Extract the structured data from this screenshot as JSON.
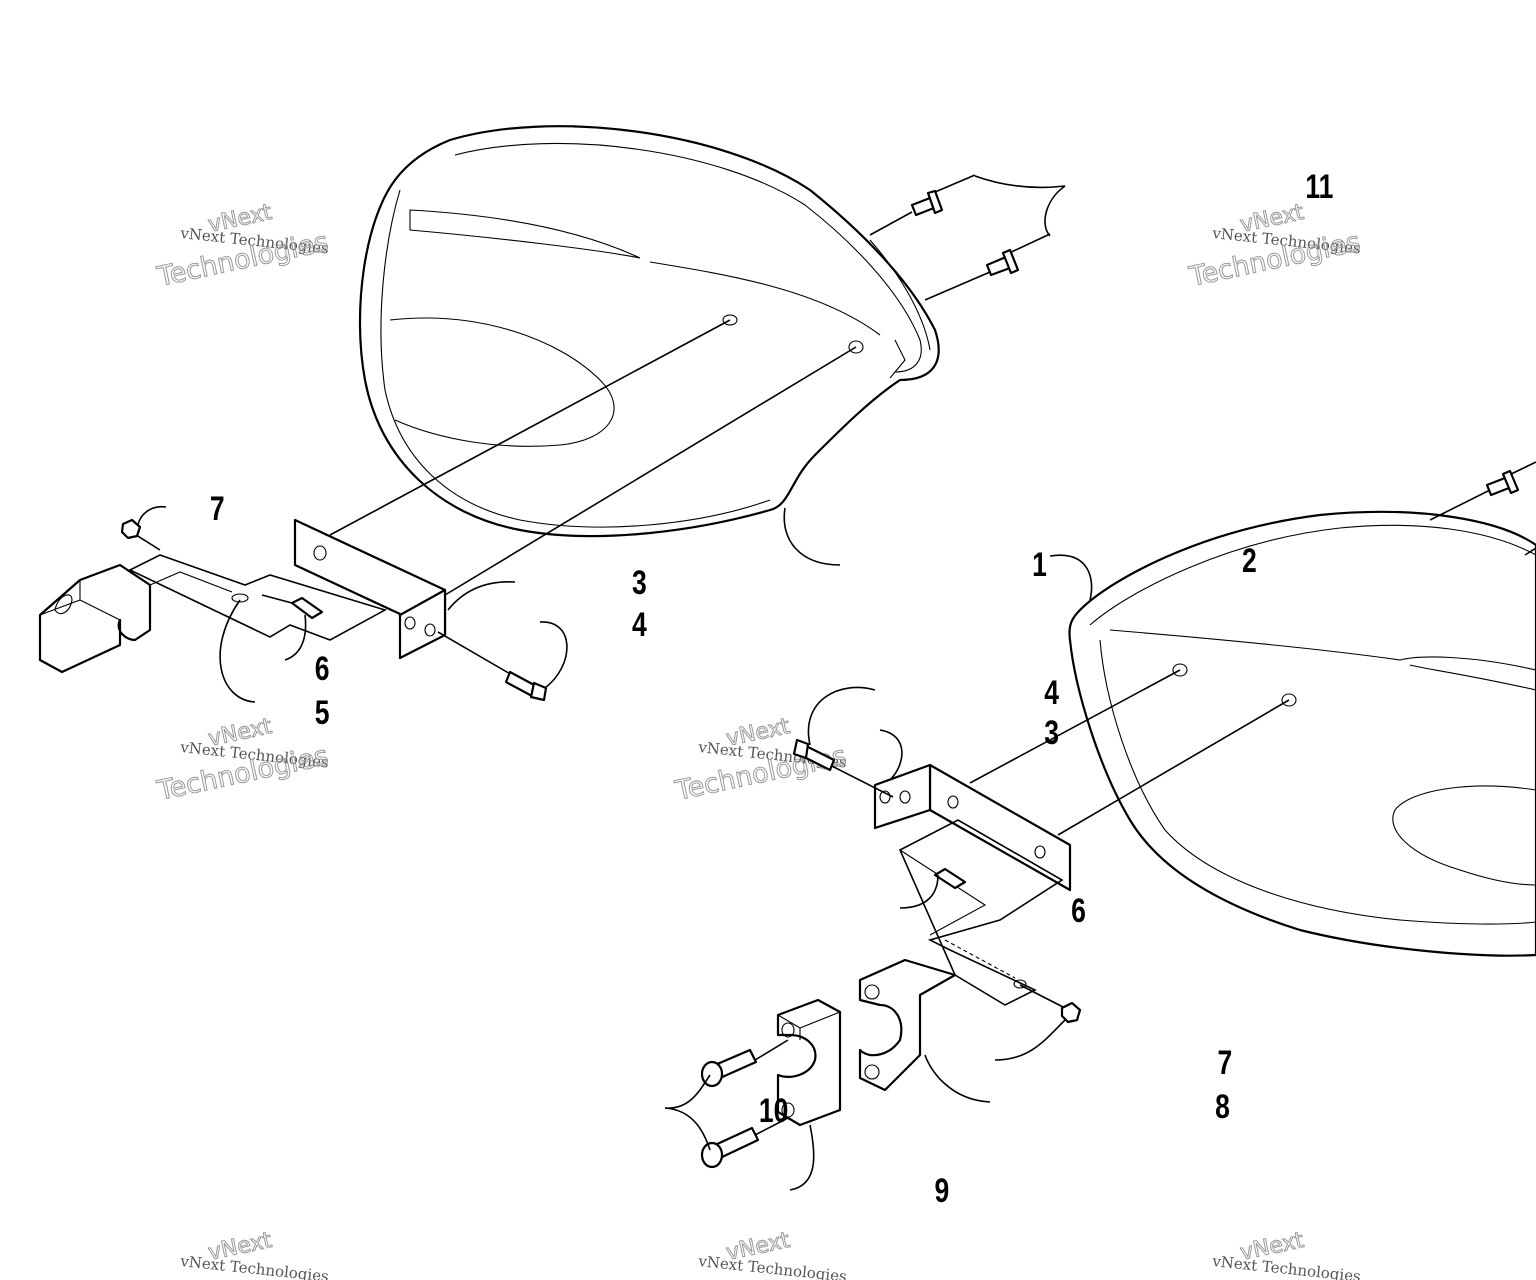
{
  "callouts": {
    "c1": "1",
    "c2": "2",
    "c3a": "3",
    "c3b": "3",
    "c4a": "4",
    "c4b": "4",
    "c5": "5",
    "c6a": "6",
    "c6b": "6",
    "c7a": "7",
    "c7b": "7",
    "c8": "8",
    "c9": "9",
    "c10": "10",
    "c11": "11"
  },
  "watermark": {
    "line1": "vNext Technologies",
    "top": "vNext",
    "big": "Technologies"
  }
}
